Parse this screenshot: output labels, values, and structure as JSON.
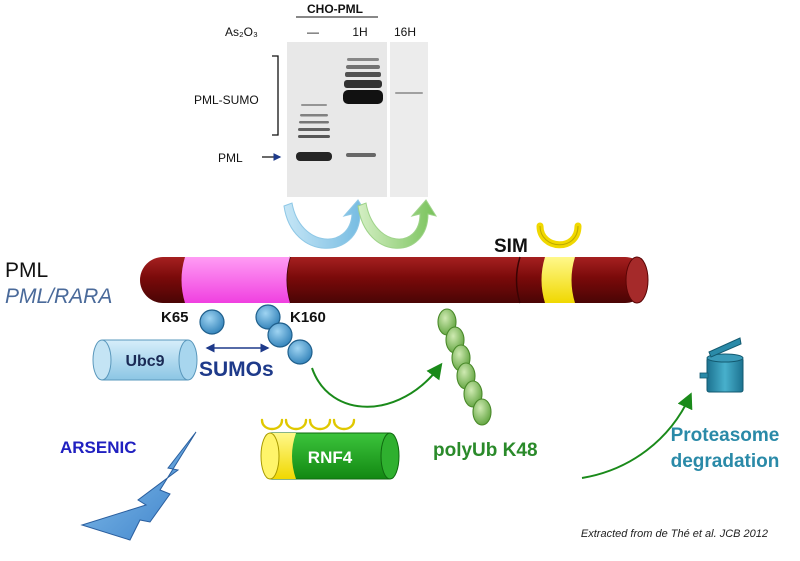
{
  "blot": {
    "title": "CHO-PML",
    "treatment_label": "As₂O₃",
    "lanes": [
      "—",
      "1H",
      "16H"
    ],
    "band_labels": {
      "sumo": "PML-SUMO",
      "pml": "PML"
    }
  },
  "protein": {
    "name": "PML",
    "fusion_name": "PML/RARA",
    "sites": {
      "k65": "K65",
      "k160": "K160"
    },
    "sim_label": "SIM"
  },
  "ubc9_label": "Ubc9",
  "sumos_label": "SUMOs",
  "rnf4_label": "RNF4",
  "arsenic_label": "ARSENIC",
  "polyub_label": "polyUb K48",
  "proteasome": {
    "line1": "Proteasome",
    "line2": "degradation"
  },
  "citation": "Extracted from de Thé et al. JCB 2012",
  "colors": {
    "pml_body": "#8b1010",
    "sumo_region": "#ff66ee",
    "sim_region": "#ffee00",
    "sumo_bead": "#5aa8d6",
    "ub_bead": "#8cc46a",
    "rnf4_green": "#22a822",
    "arrow_green": "#1a8a1a",
    "arsenic_blue": "#2020c0",
    "proteasome_teal": "#2a8aa8"
  }
}
